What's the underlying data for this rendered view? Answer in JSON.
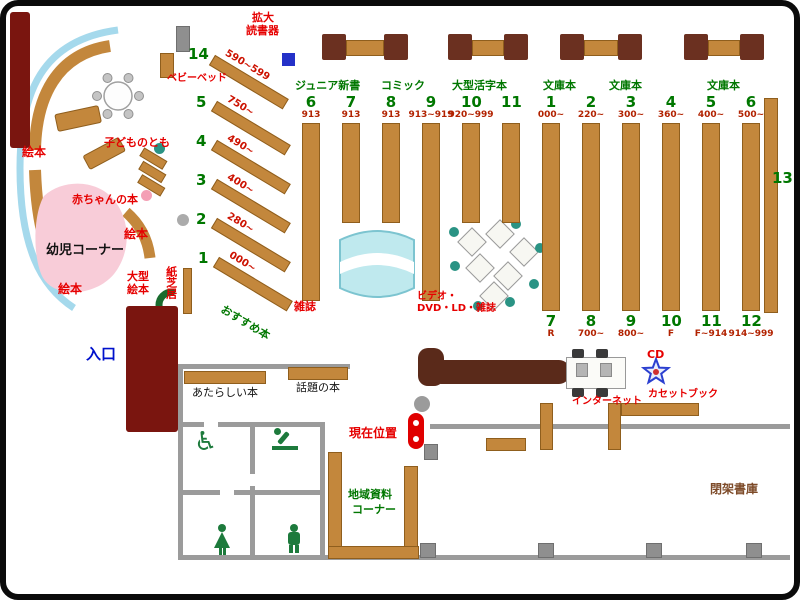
{
  "colors": {
    "shelf": "#c3873c",
    "dark_table": "#6b3020",
    "maroon_block": "#7a150f",
    "kids_pink": "#f8ccd8",
    "glass_arc_blue": "#a5d9ec",
    "green_label": "#007700",
    "red_label": "#e60000",
    "range_label": "#b22200",
    "entrance_blue": "#0011cc",
    "marker_red": "#e00000"
  },
  "kids_area": {
    "ehon_labels": [
      "絵本",
      "絵本",
      "絵本"
    ],
    "yoji_corner": "幼児コーナー",
    "baby_books": "赤ちゃんの本",
    "kodomonotomo": "子どものとも",
    "baby_bed": "ベビーベッド",
    "ogata_ehon": [
      "大型",
      "絵本"
    ],
    "kamishibai": "紙芝居"
  },
  "entrance": {
    "label": "入口"
  },
  "reader": {
    "label_lines": [
      "拡大",
      "読書器"
    ]
  },
  "diagonal_shelves": {
    "items": [
      {
        "num": "14",
        "range": "590~599"
      },
      {
        "num": "5",
        "range": "750~"
      },
      {
        "num": "4",
        "range": "490~"
      },
      {
        "num": "3",
        "range": "400~"
      },
      {
        "num": "2",
        "range": "280~"
      },
      {
        "num": "1",
        "range": "000~"
      }
    ],
    "recommend": "おすすめ本"
  },
  "table_labels": [
    "ジュニア新書",
    "コミック",
    "大型活字本",
    "文庫本",
    "文庫本",
    "文庫本"
  ],
  "middle_stacks": [
    {
      "num": "6",
      "range": "913"
    },
    {
      "num": "7",
      "range": "913"
    },
    {
      "num": "8",
      "range": "913"
    },
    {
      "num": "9",
      "range": "913~919"
    },
    {
      "num": "10",
      "range": "920~999"
    },
    {
      "num": "11",
      "range": ""
    }
  ],
  "right_stacks": [
    {
      "top_num": "1",
      "top_range": "000~",
      "bottom_num": "7",
      "bottom_range": "R"
    },
    {
      "top_num": "2",
      "top_range": "220~",
      "bottom_num": "8",
      "bottom_range": "700~"
    },
    {
      "top_num": "3",
      "top_range": "300~",
      "bottom_num": "9",
      "bottom_range": "800~"
    },
    {
      "top_num": "4",
      "top_range": "360~",
      "bottom_num": "10",
      "bottom_range": "F"
    },
    {
      "top_num": "5",
      "top_range": "400~",
      "bottom_num": "11",
      "bottom_range": "F~914"
    },
    {
      "top_num": "6",
      "top_range": "500~",
      "bottom_num": "12",
      "bottom_range": "914~999"
    }
  ],
  "wall_stack": {
    "num": "13"
  },
  "media": {
    "zasshi": "雑誌",
    "video_lines": [
      "ビデオ・",
      "DVD・LD・雑誌"
    ],
    "cd": "CD",
    "internet": "インターネット",
    "cassette": "カセットブック"
  },
  "info": {
    "current_location": "現在位置",
    "new_books": "あたらしい本",
    "topic_books": "話題の本",
    "local_corner_lines": [
      "地域資料",
      "コーナー"
    ],
    "closed_stacks": "閉架書庫"
  },
  "icons": {
    "wheelchair_glyph": "♿"
  }
}
